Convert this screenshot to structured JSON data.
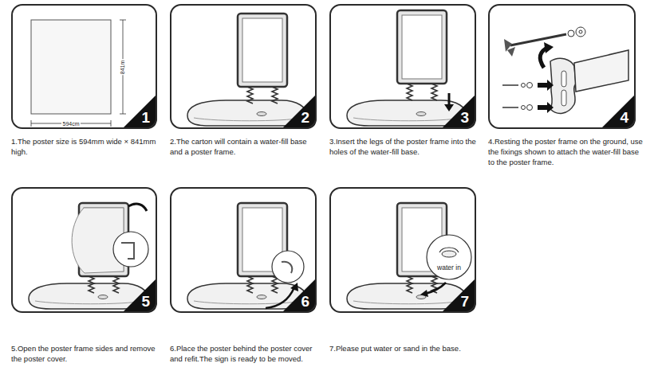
{
  "diagram": {
    "nodes": [
      {
        "text": [
          "1"
        ]
      },
      {
        "text": [
          "2"
        ]
      },
      {
        "text": [
          "3"
        ]
      },
      {
        "text": [
          "4"
        ]
      },
      {
        "text": [
          "5"
        ]
      },
      {
        "text": [
          "6"
        ]
      },
      {
        "text": [
          "7"
        ]
      }
    ],
    "labels": [
      "841m",
      "594cm",
      "1.The poster size is 594mm wide × 841mm high.",
      "2.The carton will contain a water-fill base and a poster frame.",
      "3.Insert the legs of the poster frame into the holes of the water-fill base.",
      "4.Resting the poster frame on the ground, use the fixings shown to attach the water-fill base to the poster frame.",
      "water in",
      "5.Open the poster frame sides and remove the poster cover.",
      "6.Place the poster behind the poster cover and refit.The sign is ready to be moved.",
      "7.Please put water or sand in the base."
    ]
  }
}
